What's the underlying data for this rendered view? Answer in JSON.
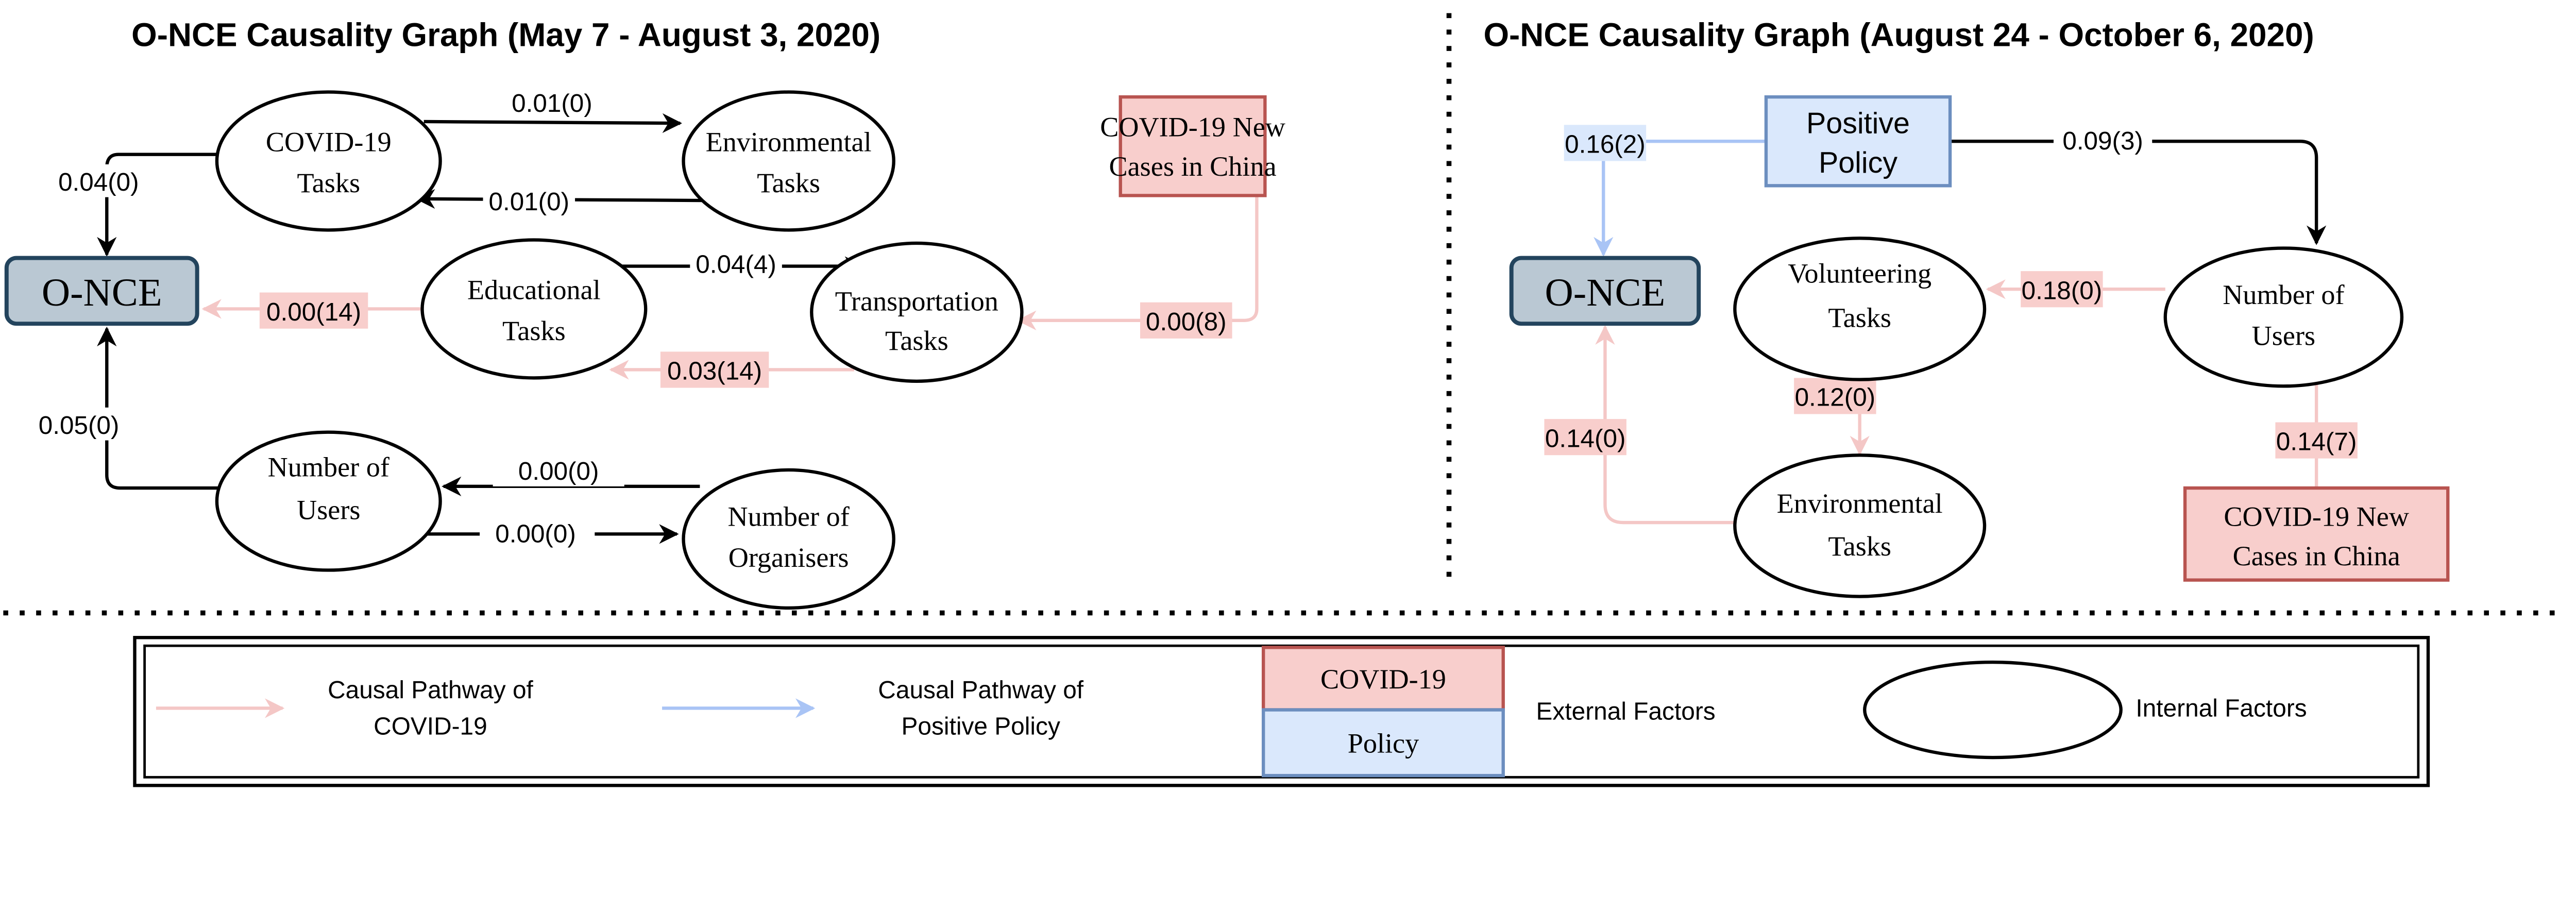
{
  "colors": {
    "covid_edge": "#f4c7c6",
    "policy_edge": "#a9c4f5",
    "covid_box_fill": "#f8cecc",
    "covid_box_stroke": "#b85450",
    "policy_box_fill": "#dae8fc",
    "policy_box_stroke": "#6c8ebf",
    "once_fill": "#bac8d3",
    "once_stroke": "#23445d"
  },
  "left": {
    "title": "O-NCE Causality Graph  (May 7 - August 3, 2020)",
    "nodes": {
      "once": "O-NCE",
      "covid_tasks": [
        "COVID-19",
        "Tasks"
      ],
      "env_tasks": [
        "Environmental",
        "Tasks"
      ],
      "covid_cases": [
        "COVID-19 New",
        "Cases in China"
      ],
      "edu_tasks": [
        "Educational",
        "Tasks"
      ],
      "trans_tasks": [
        "Transportation",
        "Tasks"
      ],
      "users": [
        "Number of",
        "Users"
      ],
      "organisers": [
        "Number of",
        "Organisers"
      ]
    },
    "edges": {
      "covid_to_env": "0.01(0)",
      "env_to_covid": "0.01(0)",
      "covid_to_once": "0.04(0)",
      "edu_to_trans": "0.04(4)",
      "trans_to_edu": "0.03(14)",
      "edu_to_once": "0.00(14)",
      "cases_to_trans": "0.00(8)",
      "users_to_once": "0.05(0)",
      "org_to_users": "0.00(0)",
      "users_to_org": "0.00(0)"
    }
  },
  "right": {
    "title": "O-NCE Causality Graph  (August 24 - October 6, 2020)",
    "nodes": {
      "once": "O-NCE",
      "policy": [
        "Positive",
        "Policy"
      ],
      "vol_tasks": [
        "Volunteering",
        "Tasks"
      ],
      "users": [
        "Number of",
        "Users"
      ],
      "env_tasks": [
        "Environmental",
        "Tasks"
      ],
      "covid_cases": [
        "COVID-19 New",
        "Cases in China"
      ]
    },
    "edges": {
      "policy_to_once": "0.16(2)",
      "policy_to_users": "0.09(3)",
      "users_to_vol": "0.18(0)",
      "vol_to_env": "0.12(0)",
      "env_to_once": "0.14(0)",
      "cases_to_users": "0.14(7)"
    }
  },
  "legend": {
    "covid_pathway": [
      "Causal Pathway of",
      "COVID-19"
    ],
    "policy_pathway": [
      "Causal Pathway of",
      "Positive Policy"
    ],
    "covid_box": "COVID-19",
    "policy_box": "Policy",
    "external": "External Factors",
    "internal": "Internal Factors"
  }
}
